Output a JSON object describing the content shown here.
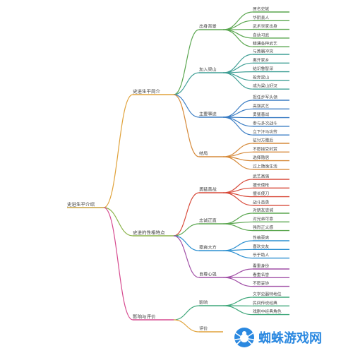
{
  "root": {
    "label": "史进生平介绍"
  },
  "branches": [
    {
      "label": "史进生平简介",
      "color": "#e0a23a",
      "children": [
        {
          "label": "出身背景",
          "color": "#5aa64f",
          "leaves": [
            "原名史斌",
            "华阴县人",
            "武术世家出身",
            "自幼习武",
            "精通各种武艺"
          ]
        },
        {
          "label": "加入梁山",
          "color": "#3f9f95",
          "leaves": [
            "与燕霸冲突",
            "离开家乡",
            "结识鲁智深",
            "投奔梁山",
            "成为梁山好汉"
          ]
        },
        {
          "label": "主要事迹",
          "color": "#3b7dc4",
          "leaves": [
            "担任步军头领",
            "高强武艺",
            "勇猛善战",
            "参与多次战斗",
            "立下汗马功劳"
          ]
        },
        {
          "label": "结局",
          "color": "#d68a3a",
          "leaves": [
            "征讨方腊后",
            "不愿接受封赏",
            "选择隐居",
            "过上隐逸生活"
          ]
        }
      ]
    },
    {
      "label": "史进的性格特点",
      "color": "#8bb34a",
      "children": [
        {
          "label": "勇猛善战",
          "color": "#d84a3a",
          "leaves": [
            "武艺高强",
            "擅长使枪",
            "擅长使刀",
            "战斗英勇"
          ]
        },
        {
          "label": "忠诚正直",
          "color": "#5aa64f",
          "leaves": [
            "对朋友忠诚",
            "对兄弟可靠",
            "强烈正义感"
          ]
        },
        {
          "label": "豪爽大方",
          "color": "#2b8fd0",
          "leaves": [
            "性格豪爽",
            "喜欢交友",
            "乐于助人"
          ]
        },
        {
          "label": "自尊心强",
          "color": "#a04fa6",
          "leaves": [
            "看重身份",
            "看重名誉",
            "不愿妥协"
          ]
        }
      ]
    },
    {
      "label": "影响与评价",
      "color": "#d64a8f",
      "children": [
        {
          "label": "影响",
          "color": "#3fa77a",
          "leaves": [
            "文学史器特地位",
            "民间传说经典",
            "戏剧中经典角色"
          ]
        },
        {
          "label": "评价",
          "color": "#e0a23a",
          "leaves": []
        }
      ]
    }
  ],
  "watermark": {
    "text": "蜘蛛游戏网",
    "icon": "spider-icon",
    "color": "#2a88e0"
  }
}
